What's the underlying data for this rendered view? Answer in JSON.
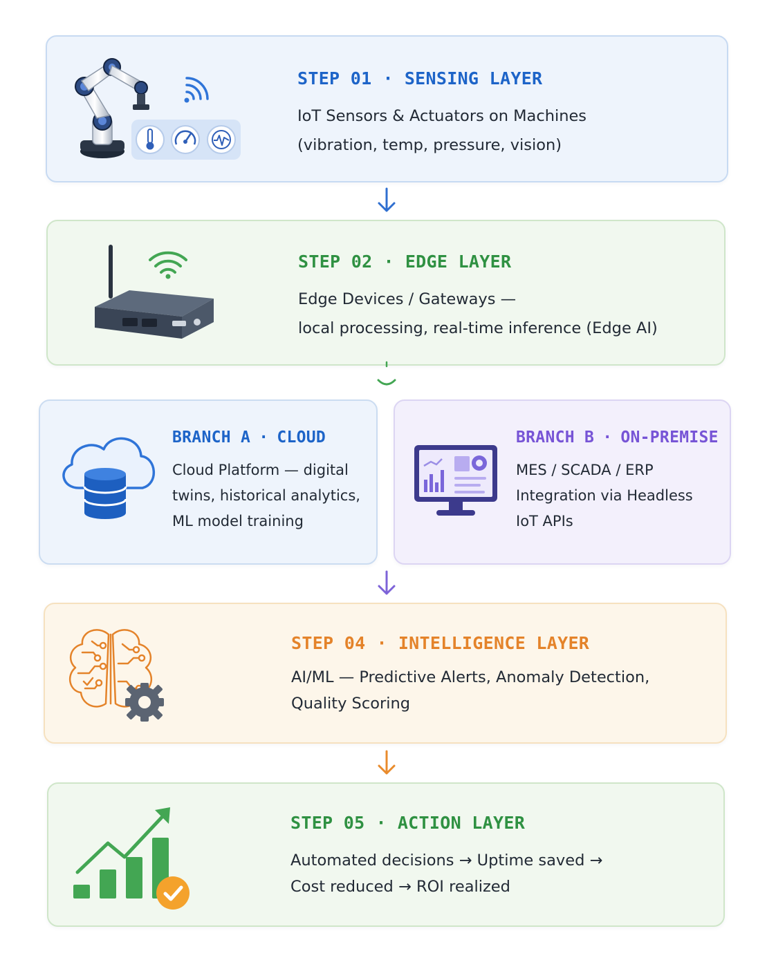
{
  "steps": {
    "step1": {
      "label": "STEP 01",
      "separator": "·",
      "layer": "SENSING LAYER",
      "lines": [
        "IoT Sensors & Actuators on Machines",
        "(vibration, temp, pressure, vision)"
      ]
    },
    "step2": {
      "label": "STEP 02",
      "separator": "·",
      "layer": "EDGE LAYER",
      "lines": [
        "Edge Devices / Gateways —",
        "local processing, real-time inference (Edge AI)"
      ]
    },
    "branchA": {
      "label": "BRANCH A",
      "separator": "·",
      "layer": "CLOUD",
      "lines": [
        "Cloud Platform — digital",
        "twins, historical analytics,",
        "ML model training"
      ]
    },
    "branchB": {
      "label": "BRANCH B",
      "separator": "·",
      "layer": "ON-PREMISE",
      "lines": [
        "MES / SCADA / ERP",
        "Integration via Headless",
        "IoT APIs"
      ]
    },
    "step4": {
      "label": "STEP 04",
      "separator": "·",
      "layer": "INTELLIGENCE LAYER",
      "lines": [
        "AI/ML — Predictive Alerts, Anomaly Detection,",
        "Quality Scoring"
      ]
    },
    "step5": {
      "label": "STEP 05",
      "separator": "·",
      "layer": "ACTION LAYER",
      "lines": [
        "Automated decisions → Uptime saved →",
        "Cost reduced → ROI realized"
      ]
    }
  },
  "icons": {
    "step1": [
      "robot-arm-icon",
      "wifi-signal-icon",
      "thermometer-icon",
      "pressure-gauge-icon",
      "pulse-icon"
    ],
    "step2": [
      "edge-gateway-router-icon",
      "wifi-icon"
    ],
    "branchA": [
      "cloud-database-icon"
    ],
    "branchB": [
      "monitor-dashboard-icon"
    ],
    "step4": [
      "brain-circuit-icon",
      "gear-icon"
    ],
    "step5": [
      "growth-bar-chart-icon",
      "check-badge-icon"
    ]
  },
  "colors": {
    "blue": "#1d64c8",
    "green": "#2f9142",
    "purple": "#7754d6",
    "orange": "#e4832a"
  }
}
